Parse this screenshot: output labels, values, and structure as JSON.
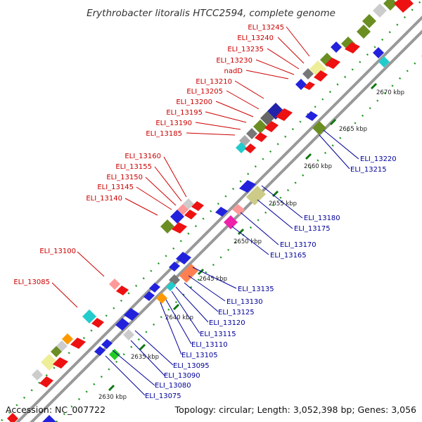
{
  "title": "Erythrobacter litoralis HTCC2594, complete genome",
  "footer": {
    "accession": "Accession: NC_007722",
    "topology": "Topology: circular; Length: 3,052,398 bp; Genes: 3,056"
  },
  "colors": {
    "red_label": "#cc0000",
    "blue_label": "#000099",
    "backbone": "#999999",
    "dots": "#229922",
    "tick": "#117711"
  },
  "kbp_ticks": [
    {
      "label": "2630 kbp"
    },
    {
      "label": "2635 kbp"
    },
    {
      "label": "2640 kbp"
    },
    {
      "label": "2645 kbp"
    },
    {
      "label": "2650 kbp"
    },
    {
      "label": "2655 kbp"
    },
    {
      "label": "2660 kbp"
    },
    {
      "label": "2665 kbp"
    },
    {
      "label": "2670 kbp"
    }
  ],
  "labels_forward": [
    {
      "text": "ELI_13245"
    },
    {
      "text": "ELI_13240"
    },
    {
      "text": "ELI_13235"
    },
    {
      "text": "ELI_13230"
    },
    {
      "text": "nadD"
    },
    {
      "text": "ELI_13210"
    },
    {
      "text": "ELI_13205"
    },
    {
      "text": "ELI_13200"
    },
    {
      "text": "ELI_13195"
    },
    {
      "text": "ELI_13190"
    },
    {
      "text": "ELI_13185"
    },
    {
      "text": "ELI_13160"
    },
    {
      "text": "ELI_13155"
    },
    {
      "text": "ELI_13150"
    },
    {
      "text": "ELI_13145"
    },
    {
      "text": "ELI_13140"
    },
    {
      "text": "ELI_13100"
    },
    {
      "text": "ELI_13085"
    }
  ],
  "labels_reverse": [
    {
      "text": "ELI_13220"
    },
    {
      "text": "ELI_13215"
    },
    {
      "text": "ELI_13180"
    },
    {
      "text": "ELI_13175"
    },
    {
      "text": "ELI_13170"
    },
    {
      "text": "ELI_13165"
    },
    {
      "text": "ELI_13135"
    },
    {
      "text": "ELI_13130"
    },
    {
      "text": "ELI_13125"
    },
    {
      "text": "ELI_13120"
    },
    {
      "text": "ELI_13115"
    },
    {
      "text": "ELI_13110"
    },
    {
      "text": "ELI_13105"
    },
    {
      "text": "ELI_13095"
    },
    {
      "text": "ELI_13090"
    },
    {
      "text": "ELI_13080"
    },
    {
      "text": "ELI_13075"
    }
  ]
}
